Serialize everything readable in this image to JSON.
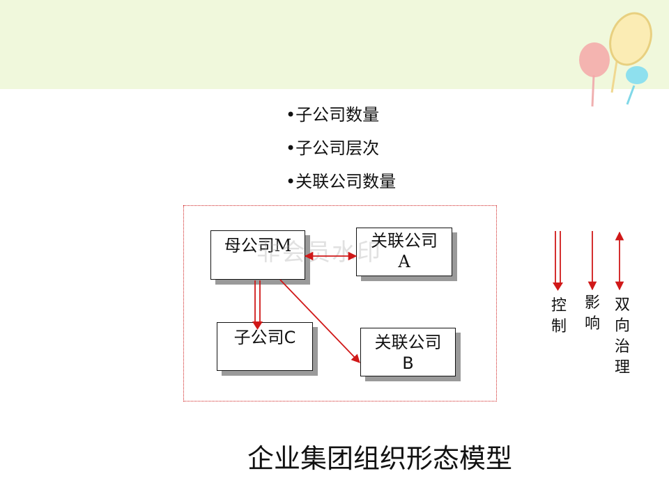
{
  "bullets": [
    "•子公司数量",
    "•子公司层次",
    "•关联公司数量"
  ],
  "boxes": {
    "parent": "母公司M",
    "affiliate_a_line1": "关联公司",
    "affiliate_a_line2": "A",
    "subsidiary_c": "子公司C",
    "affiliate_b_line1": "关联公司",
    "affiliate_b_line2": "B"
  },
  "legend": {
    "control": [
      "控",
      "制"
    ],
    "influence": [
      "影",
      "响"
    ],
    "bidirectional": [
      "双",
      "向",
      "治",
      "理"
    ]
  },
  "watermark": "非会员水印",
  "title": "企业集团组织形态模型",
  "colors": {
    "header_band": "#f0f8dc",
    "arrow": "#d01818",
    "frame": "#d02020",
    "shadow": "#9a9a9a"
  }
}
